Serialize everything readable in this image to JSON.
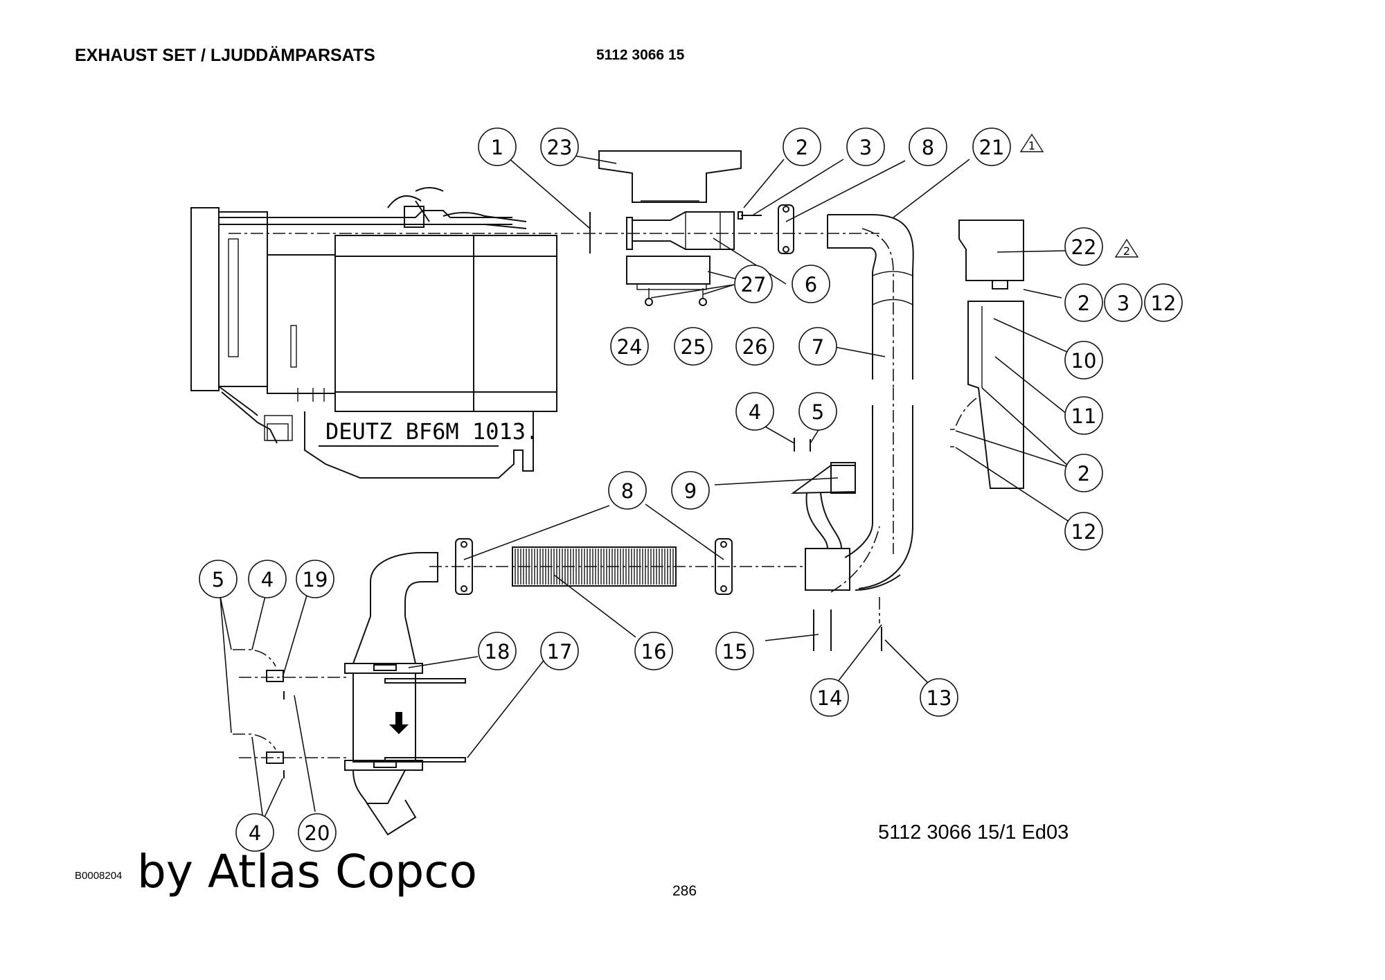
{
  "header": {
    "title": "EXHAUST SET / LJUDDÄMPARSATS",
    "code": "5112 3066 15"
  },
  "footer": {
    "reference": "5112 3066 15/1  Ed03",
    "image_code": "B0008204",
    "watermark": "by Atlas Copco",
    "page": "286"
  },
  "engine_label": "DEUTZ BF6M 1013.",
  "revision_marks": [
    "1",
    "2"
  ],
  "balloons": [
    "1",
    "23",
    "2",
    "3",
    "8",
    "21",
    "22",
    "2",
    "3",
    "12",
    "6",
    "27",
    "24",
    "25",
    "26",
    "7",
    "10",
    "11",
    "2",
    "12",
    "4",
    "5",
    "9",
    "8",
    "5",
    "4",
    "19",
    "18",
    "17",
    "16",
    "15",
    "14",
    "13",
    "4",
    "20"
  ]
}
